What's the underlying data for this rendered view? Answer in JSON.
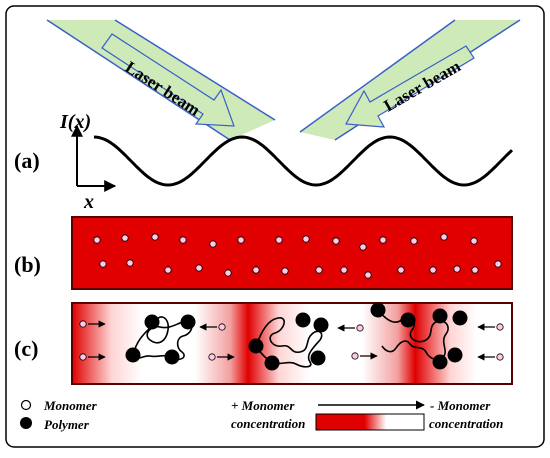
{
  "beams": {
    "left_label": "Laser beam",
    "right_label": "Laser beam"
  },
  "axes": {
    "y_label": "I(x)",
    "x_label": "x"
  },
  "panels": {
    "a": "(a)",
    "b": "(b)",
    "c": "(c)"
  },
  "legend": {
    "monomer": "Monomer",
    "polymer": "Polymer",
    "plus_line1": "+ Monomer",
    "plus_line2": "concentration",
    "minus_line1": "- Monomer",
    "minus_line2": "concentration"
  },
  "colors": {
    "beam_fill": "#cdeab8",
    "beam_edge": "#3a5fc8",
    "red": "#e00000",
    "monomer_fill": "#ffc8e6",
    "border": "#5a0000"
  }
}
